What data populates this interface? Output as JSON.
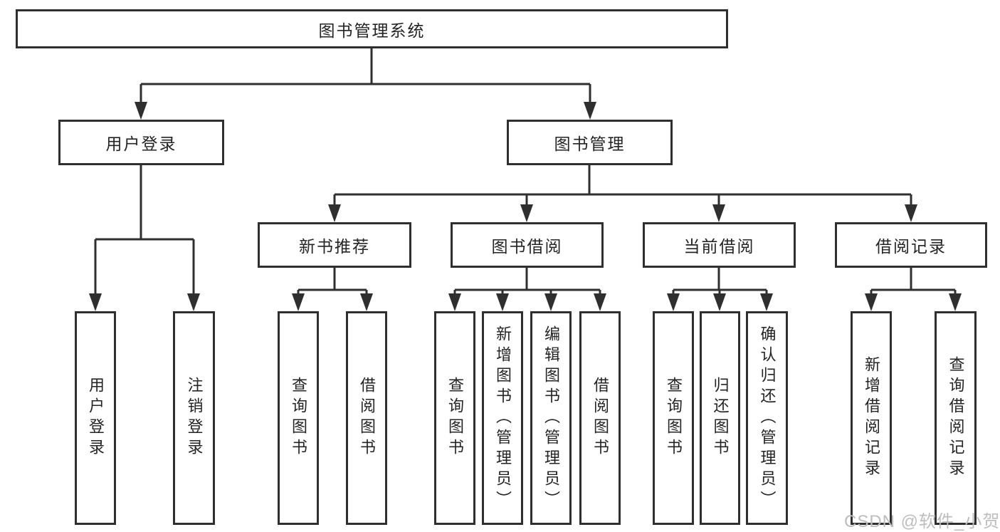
{
  "diagram": {
    "type": "tree",
    "line_color": "#2f2f2f",
    "box_background": "#ffffff",
    "watermark": {
      "text": "CSDN @软件_小贺同学",
      "color": "#bdbdbd"
    },
    "tree": {
      "root": {
        "label": "图书管理系统",
        "children": [
          {
            "label": "用户登录",
            "children": [
              {
                "label": "用户登录"
              },
              {
                "label": "注销登录"
              }
            ]
          },
          {
            "label": "图书管理",
            "children": [
              {
                "label": "新书推荐",
                "children": [
                  {
                    "label": "查询图书"
                  },
                  {
                    "label": "借阅图书"
                  }
                ]
              },
              {
                "label": "图书借阅",
                "children": [
                  {
                    "label": "查询图书"
                  },
                  {
                    "label": "新增图书（管理员）"
                  },
                  {
                    "label": "编辑图书（管理员）"
                  },
                  {
                    "label": "借阅图书"
                  }
                ]
              },
              {
                "label": "当前借阅",
                "children": [
                  {
                    "label": "查询图书"
                  },
                  {
                    "label": "归还图书"
                  },
                  {
                    "label": "确认归还（管理员）"
                  }
                ]
              },
              {
                "label": "借阅记录",
                "children": [
                  {
                    "label": "新增借阅记录"
                  },
                  {
                    "label": "查询借阅记录"
                  }
                ]
              }
            ]
          }
        ]
      }
    }
  }
}
